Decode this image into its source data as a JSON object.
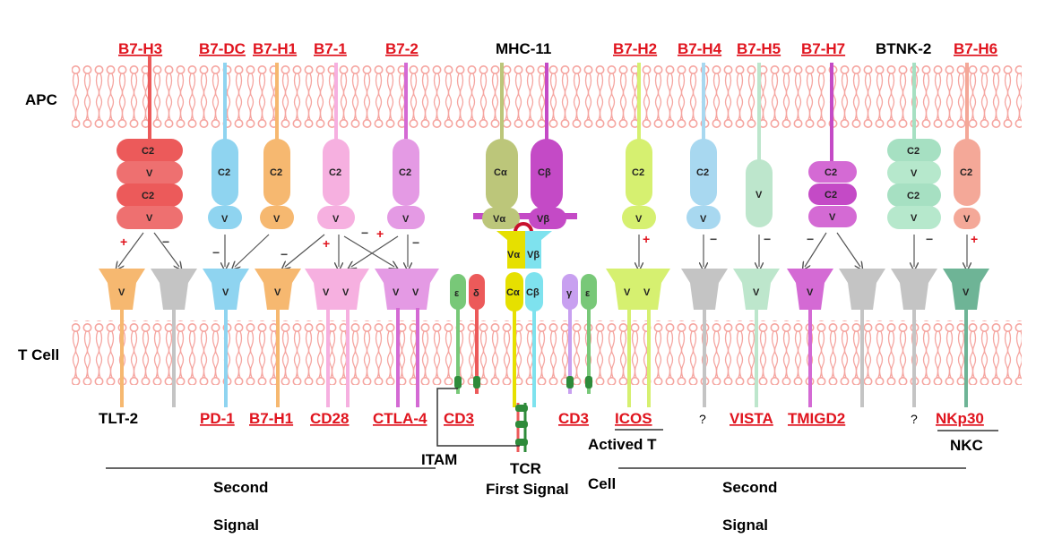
{
  "side_labels": {
    "apc": "APC",
    "tcell": "T Cell"
  },
  "top_labels": [
    {
      "text": "B7-H3",
      "linked": true
    },
    {
      "text": "B7-DC",
      "linked": true
    },
    {
      "text": "B7-H1",
      "linked": true
    },
    {
      "text": "B7-1",
      "linked": true
    },
    {
      "text": "B7-2",
      "linked": true
    },
    {
      "text": "MHC-11",
      "linked": false
    },
    {
      "text": "B7-H2",
      "linked": true
    },
    {
      "text": "B7-H4",
      "linked": true
    },
    {
      "text": "B7-H5",
      "linked": true
    },
    {
      "text": "B7-H7",
      "linked": true
    },
    {
      "text": "BTNK-2",
      "linked": false
    },
    {
      "text": "B7-H6",
      "linked": true
    }
  ],
  "bottom_labels": [
    {
      "text": "TLT-2",
      "linked": false
    },
    {
      "text": "PD-1",
      "linked": true
    },
    {
      "text": "B7-H1",
      "linked": true
    },
    {
      "text": "CD28",
      "linked": true
    },
    {
      "text": "CTLA-4",
      "linked": true
    },
    {
      "text": "CD3",
      "linked": true
    },
    {
      "text": "CD3",
      "linked": true
    },
    {
      "text": "ICOS",
      "linked": true
    },
    {
      "text": "?",
      "linked": false
    },
    {
      "text": "VISTA",
      "linked": true
    },
    {
      "text": "TMIGD2",
      "linked": true
    },
    {
      "text": "?",
      "linked": false
    },
    {
      "text": "NKp30",
      "linked": true
    }
  ],
  "extra_labels": {
    "itam": "ITAM",
    "tcr": "TCR",
    "first_signal": "First Signal",
    "actived_t": "Actived T",
    "cell": "Cell",
    "nkc": "NKC",
    "second_left_1": "Second",
    "second_left_2": "Signal",
    "second_right_1": "Second",
    "second_right_2": "Signal"
  },
  "domains": {
    "c2": "C2",
    "v": "V",
    "ca": "Cα",
    "cb": "Cβ",
    "va": "Vα",
    "vb": "Vβ",
    "epsilon": "ε",
    "delta": "δ",
    "gamma": "γ"
  },
  "signs": {
    "plus": "+",
    "minus": "−"
  },
  "colors": {
    "link_red": "#e0141e",
    "membrane": "#f5a5a0",
    "red": "#ec5a5a",
    "blue": "#8fd4f0",
    "orange": "#f6b870",
    "pink": "#f6b0e0",
    "violet": "#d46ad4",
    "olive": "#bcc67a",
    "purple": "#c44ac6",
    "lime": "#d6f070",
    "mint": "#a6e0c2",
    "green": "#78c878",
    "gray": "#c4c4c4",
    "teal": "#6eb496",
    "yellow": "#e6e000",
    "cyan": "#7ee2ee",
    "lavender": "#c8a0f0",
    "salmon": "#f4a898"
  }
}
